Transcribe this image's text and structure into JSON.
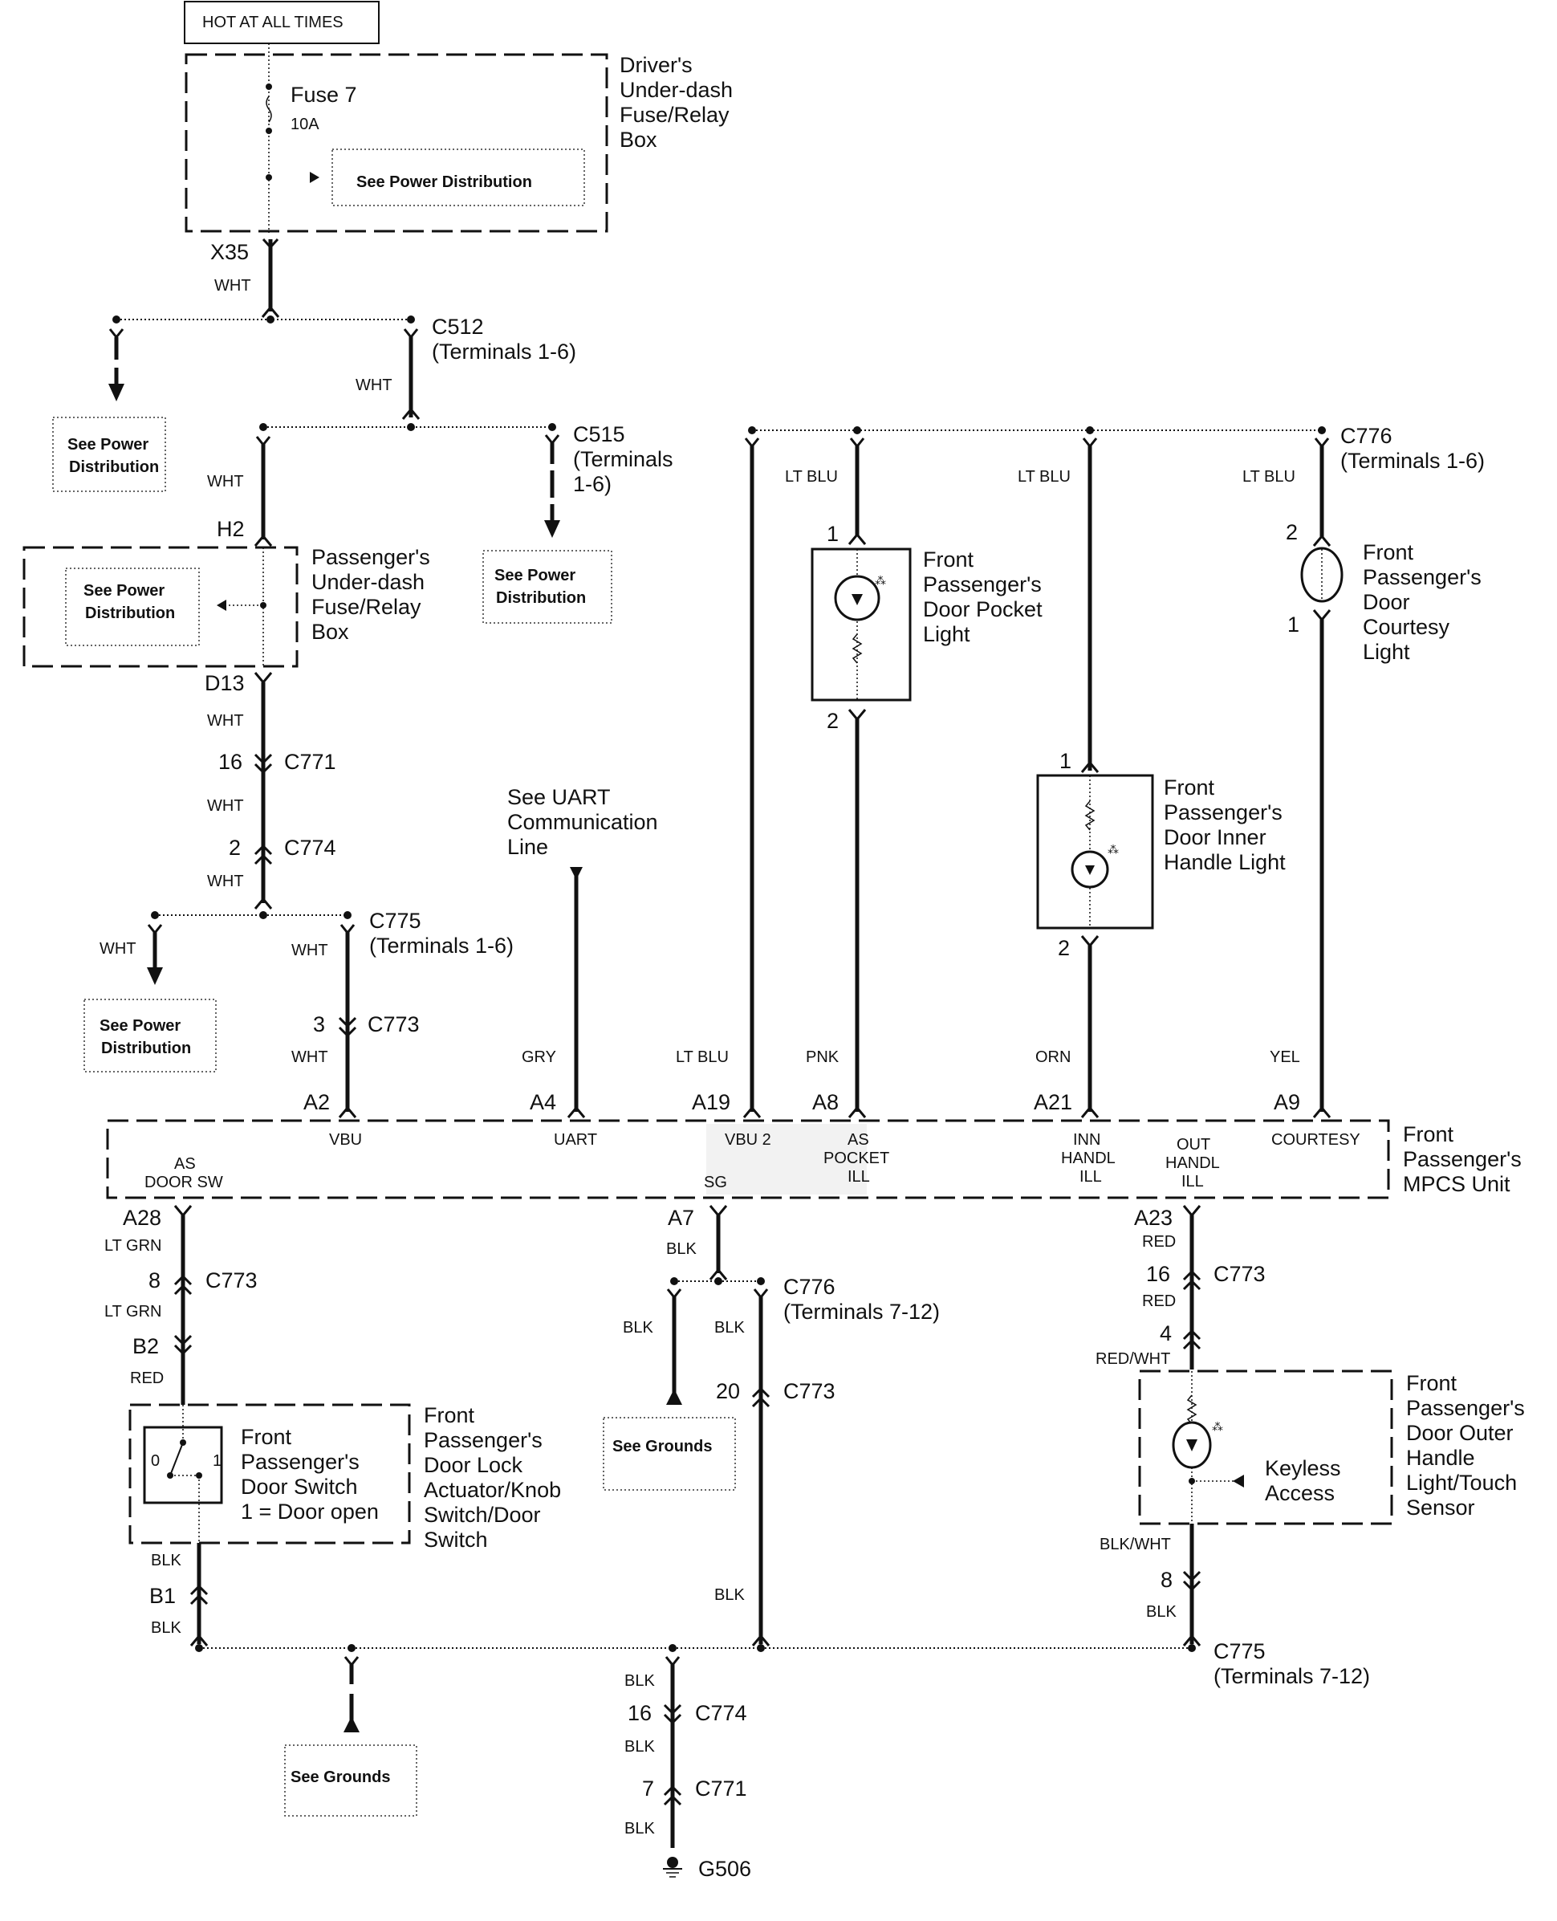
{
  "header": {
    "hot_label": "HOT AT ALL TIMES"
  },
  "drivers_box": {
    "name_lines": [
      "Driver's",
      "Under-dash",
      "Fuse/Relay",
      "Box"
    ],
    "fuse_name": "Fuse 7",
    "fuse_rating": "10A",
    "ref_label": "See Power Distribution"
  },
  "passengers_box": {
    "name_lines": [
      "Passenger's",
      "Under-dash",
      "Fuse/Relay",
      "Box"
    ],
    "ref_lines": [
      "See Power",
      "Distribution"
    ],
    "in_pin": "H2",
    "out_pin": "D13"
  },
  "refs": {
    "power_dist_lines": [
      "See Power",
      "Distribution"
    ],
    "grounds": "See Grounds",
    "uart_lines": [
      "See UART",
      "Communication",
      "Line"
    ]
  },
  "connectors": {
    "x35": "X35",
    "c512": "C512",
    "c512_terms": "(Terminals 1-6)",
    "c515": "C515",
    "c515_terms_lines": [
      "(Terminals",
      "1-6)"
    ],
    "c776_top": "C776",
    "c776_top_terms": "(Terminals 1-6)",
    "c771": "C771",
    "c774": "C774",
    "c775_top": "C775",
    "c775_top_terms": "(Terminals 1-6)",
    "c773": "C773",
    "c776_bot": "C776",
    "c776_bot_terms": "(Terminals 7-12)",
    "c775_bot": "C775",
    "c775_bot_terms": "(Terminals 7-12)",
    "g506": "G506"
  },
  "pins": {
    "c771_top": "16",
    "c774_top": "2",
    "c773_vbu": "3",
    "pocket_1": "1",
    "pocket_2": "2",
    "inner_1": "1",
    "inner_2": "2",
    "courtesy_2": "2",
    "courtesy_1": "1",
    "c773_sw": "8",
    "b2": "B2",
    "b1": "B1",
    "c773_sg": "20",
    "c773_out": "16",
    "out_4": "4",
    "out_8": "8",
    "c774_bot": "16",
    "c771_bot": "7"
  },
  "wire_colors": {
    "wht": "WHT",
    "lt_blu": "LT BLU",
    "gry": "GRY",
    "pnk": "PNK",
    "orn": "ORN",
    "yel": "YEL",
    "lt_grn": "LT GRN",
    "red": "RED",
    "blk": "BLK",
    "red_wht": "RED/WHT",
    "blk_wht": "BLK/WHT"
  },
  "mpcs": {
    "name_lines": [
      "Front",
      "Passenger's",
      "MPCS Unit"
    ],
    "top_pins": [
      {
        "pin": "A2",
        "func": [
          "VBU"
        ]
      },
      {
        "pin": "A4",
        "func": [
          "UART"
        ]
      },
      {
        "pin": "A19",
        "func": [
          "VBU 2"
        ]
      },
      {
        "pin": "A8",
        "func": [
          "AS",
          "POCKET",
          "ILL"
        ]
      },
      {
        "pin": "A21",
        "func": [
          "INN",
          "HANDL",
          "ILL"
        ]
      },
      {
        "pin": "A9",
        "func": [
          "COURTESY"
        ]
      }
    ],
    "bottom_pins": [
      {
        "pin": "A28",
        "func": [
          "AS",
          "DOOR SW"
        ]
      },
      {
        "pin": "A7",
        "func": [
          "SG"
        ]
      },
      {
        "pin": "A23",
        "func": [
          "OUT",
          "HANDL",
          "ILL"
        ]
      }
    ]
  },
  "components": {
    "pocket_light": [
      "Front",
      "Passenger's",
      "Door Pocket",
      "Light"
    ],
    "courtesy_light": [
      "Front",
      "Passenger's",
      "Door",
      "Courtesy",
      "Light"
    ],
    "inner_handle_light": [
      "Front",
      "Passenger's",
      "Door Inner",
      "Handle Light"
    ],
    "outer_handle": [
      "Front",
      "Passenger's",
      "Door Outer",
      "Handle",
      "Light/Touch",
      "Sensor"
    ],
    "keyless": [
      "Keyless",
      "Access"
    ],
    "lock_actuator": [
      "Front",
      "Passenger's",
      "Door Lock",
      "Actuator/Knob",
      "Switch/Door",
      "Switch"
    ],
    "door_switch": [
      "Front",
      "Passenger's",
      "Door Switch",
      "1 = Door open"
    ],
    "switch_pos_0": "0",
    "switch_pos_1": "1"
  }
}
